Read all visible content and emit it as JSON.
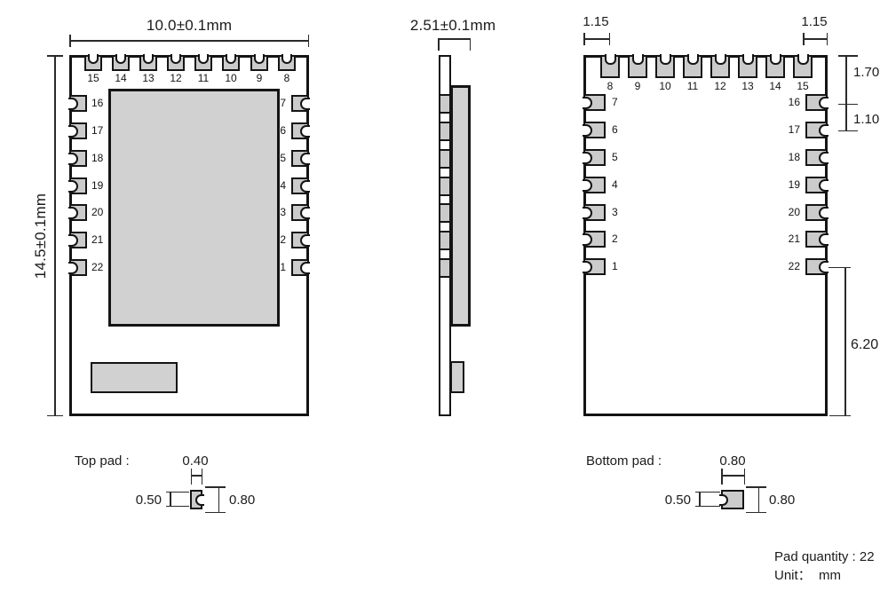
{
  "views": {
    "top": {
      "width_dim": "10.0±0.1mm",
      "height_dim": "14.5±0.1mm",
      "top_pads": [
        "15",
        "14",
        "13",
        "12",
        "11",
        "10",
        "9",
        "8"
      ],
      "left_pads": [
        "16",
        "17",
        "18",
        "19",
        "20",
        "21",
        "22"
      ],
      "right_pads": [
        "7",
        "6",
        "5",
        "4",
        "3",
        "2",
        "1"
      ]
    },
    "side": {
      "thickness_dim": "2.51±0.1mm"
    },
    "bottom": {
      "top_pads": [
        "8",
        "9",
        "10",
        "11",
        "12",
        "13",
        "14",
        "15"
      ],
      "left_pads": [
        "7",
        "6",
        "5",
        "4",
        "3",
        "2",
        "1"
      ],
      "right_pads": [
        "16",
        "17",
        "18",
        "19",
        "20",
        "21",
        "22"
      ],
      "dim_left_offset": "1.15",
      "dim_right_offset": "1.15",
      "dim_pad_height": "1.70",
      "dim_pitch": "1.10",
      "dim_bottom_clearance": "6.20"
    }
  },
  "details": {
    "top_pad": {
      "label": "Top pad :",
      "width": "0.40",
      "height": "0.50",
      "span": "0.80"
    },
    "bottom_pad": {
      "label": "Bottom pad :",
      "width": "0.80",
      "height": "0.50",
      "span": "0.80"
    }
  },
  "footer": {
    "pad_quantity": "Pad quantity : 22",
    "unit": "Unit：  mm"
  },
  "colors": {
    "pad_fill": "#cbcbcb",
    "module_fill": "#d1d1d1",
    "outline": "#141414",
    "dim_line": "#2a2a2a",
    "background": "#ffffff"
  }
}
